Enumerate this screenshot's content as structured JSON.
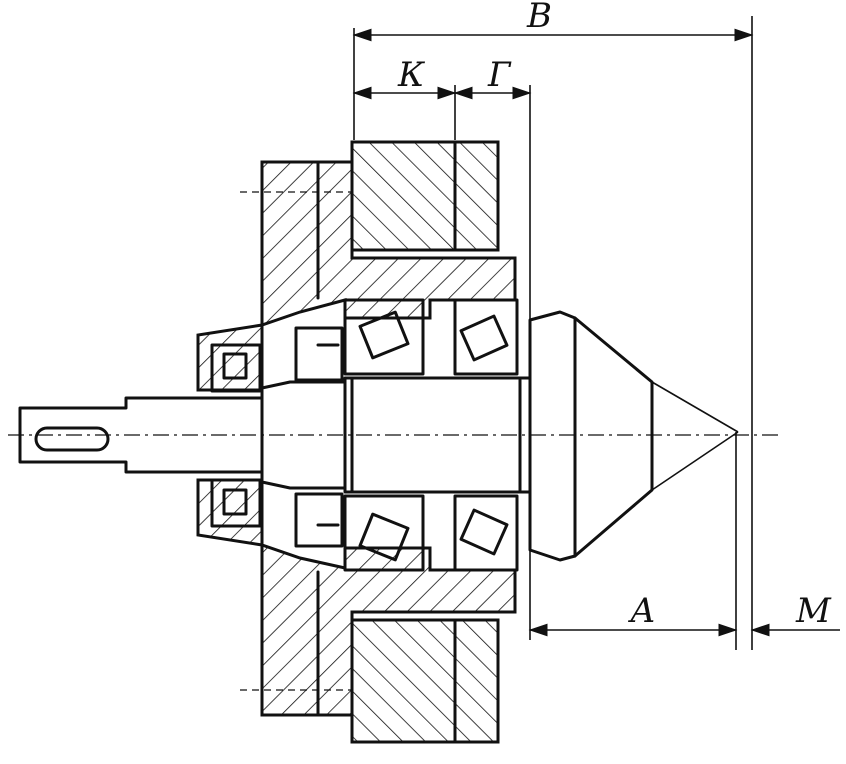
{
  "dimensions": {
    "V": "В",
    "K": "К",
    "G": "Г",
    "A": "А",
    "M": "М"
  }
}
